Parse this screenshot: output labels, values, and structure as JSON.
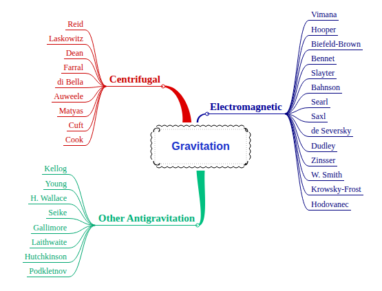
{
  "diagram": {
    "nodes": [
      {
        "text": [
          "Gravitation"
        ]
      },
      {
        "text": [
          "Centrifugal"
        ]
      },
      {
        "text": [
          "Reid"
        ]
      },
      {
        "text": [
          "Laskowitz"
        ]
      },
      {
        "text": [
          "Dean"
        ]
      },
      {
        "text": [
          "Farral"
        ]
      },
      {
        "text": [
          "di Bella"
        ]
      },
      {
        "text": [
          "Auweele"
        ]
      },
      {
        "text": [
          "Matyas"
        ]
      },
      {
        "text": [
          "Cuft"
        ]
      },
      {
        "text": [
          "Cook"
        ]
      },
      {
        "text": [
          "Electromagnetic"
        ]
      },
      {
        "text": [
          "Vimana"
        ]
      },
      {
        "text": [
          "Hooper"
        ]
      },
      {
        "text": [
          "Biefeld-Brown"
        ]
      },
      {
        "text": [
          "Bennet"
        ]
      },
      {
        "text": [
          "Slayter"
        ]
      },
      {
        "text": [
          "Bahnson"
        ]
      },
      {
        "text": [
          "Searl"
        ]
      },
      {
        "text": [
          "Saxl"
        ]
      },
      {
        "text": [
          "de Seversky"
        ]
      },
      {
        "text": [
          "Dudley"
        ]
      },
      {
        "text": [
          "Zinsser"
        ]
      },
      {
        "text": [
          "W. Smith"
        ]
      },
      {
        "text": [
          "Krowsky-Frost"
        ]
      },
      {
        "text": [
          "Hodovanec"
        ]
      },
      {
        "text": [
          "Other Antigravitation"
        ]
      },
      {
        "text": [
          "Kellog"
        ]
      },
      {
        "text": [
          "Young"
        ]
      },
      {
        "text": [
          "H. Wallace"
        ]
      },
      {
        "text": [
          "Seike"
        ]
      },
      {
        "text": [
          "Gallimore"
        ]
      },
      {
        "text": [
          "Laithwaite"
        ]
      },
      {
        "text": [
          "Hutchkinson"
        ]
      },
      {
        "text": [
          "Podkletnov"
        ]
      }
    ],
    "edges": [
      {
        "from": 0,
        "to": 1,
        "arrow": "none"
      },
      {
        "from": 0,
        "to": 11,
        "arrow": "none"
      },
      {
        "from": 0,
        "to": 26,
        "arrow": "none"
      },
      {
        "from": 1,
        "to": 2,
        "arrow": "none"
      },
      {
        "from": 1,
        "to": 3,
        "arrow": "none"
      },
      {
        "from": 1,
        "to": 4,
        "arrow": "none"
      },
      {
        "from": 1,
        "to": 5,
        "arrow": "none"
      },
      {
        "from": 1,
        "to": 6,
        "arrow": "none"
      },
      {
        "from": 1,
        "to": 7,
        "arrow": "none"
      },
      {
        "from": 1,
        "to": 8,
        "arrow": "none"
      },
      {
        "from": 1,
        "to": 9,
        "arrow": "none"
      },
      {
        "from": 1,
        "to": 10,
        "arrow": "none"
      },
      {
        "from": 11,
        "to": 12,
        "arrow": "none"
      },
      {
        "from": 11,
        "to": 13,
        "arrow": "none"
      },
      {
        "from": 11,
        "to": 14,
        "arrow": "none"
      },
      {
        "from": 11,
        "to": 15,
        "arrow": "none"
      },
      {
        "from": 11,
        "to": 16,
        "arrow": "none"
      },
      {
        "from": 11,
        "to": 17,
        "arrow": "none"
      },
      {
        "from": 11,
        "to": 18,
        "arrow": "none"
      },
      {
        "from": 11,
        "to": 19,
        "arrow": "none"
      },
      {
        "from": 11,
        "to": 20,
        "arrow": "none"
      },
      {
        "from": 11,
        "to": 21,
        "arrow": "none"
      },
      {
        "from": 11,
        "to": 22,
        "arrow": "none"
      },
      {
        "from": 11,
        "to": 23,
        "arrow": "none"
      },
      {
        "from": 11,
        "to": 24,
        "arrow": "none"
      },
      {
        "from": 11,
        "to": 25,
        "arrow": "none"
      },
      {
        "from": 26,
        "to": 27,
        "arrow": "none"
      },
      {
        "from": 26,
        "to": 28,
        "arrow": "none"
      },
      {
        "from": 26,
        "to": 29,
        "arrow": "none"
      },
      {
        "from": 26,
        "to": 30,
        "arrow": "none"
      },
      {
        "from": 26,
        "to": 31,
        "arrow": "none"
      },
      {
        "from": 26,
        "to": 32,
        "arrow": "none"
      },
      {
        "from": 26,
        "to": 33,
        "arrow": "none"
      },
      {
        "from": 26,
        "to": 34,
        "arrow": "none"
      }
    ]
  }
}
